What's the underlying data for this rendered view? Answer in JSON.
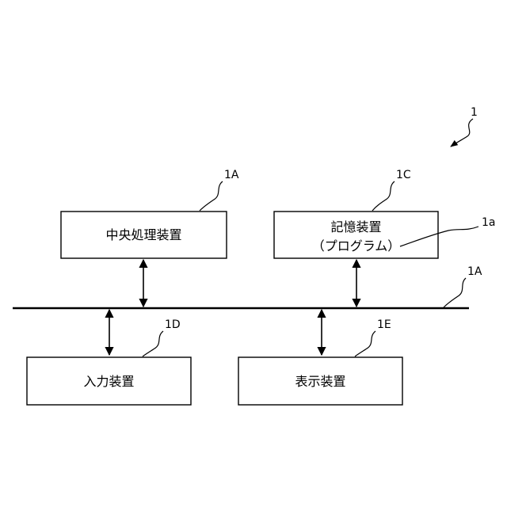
{
  "figure": {
    "reference": "1"
  },
  "blocks": {
    "cpu": {
      "label": "中央処理装置",
      "ref": "1A"
    },
    "storage": {
      "label_line1": "記憶装置",
      "label_line2": "（プログラム）",
      "ref": "1C",
      "program_ref": "1a"
    },
    "input": {
      "label": "入力装置",
      "ref": "1D"
    },
    "display": {
      "label": "表示装置",
      "ref": "1E"
    }
  },
  "bus": {
    "ref": "1A"
  }
}
